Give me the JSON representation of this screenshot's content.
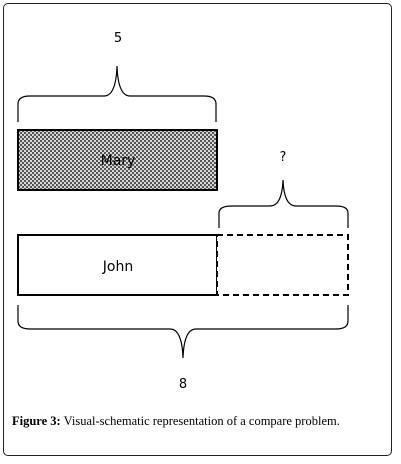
{
  "diagram": {
    "top_brace_value": "5",
    "mary_label": "Mary",
    "question_label": "?",
    "john_label": "John",
    "bottom_brace_value": "8",
    "mary_box_pattern": "checkered",
    "difference_box_style": "dashed"
  },
  "caption": {
    "label": "Figure 3:",
    "text": " Visual-schematic representation of a compare problem."
  }
}
